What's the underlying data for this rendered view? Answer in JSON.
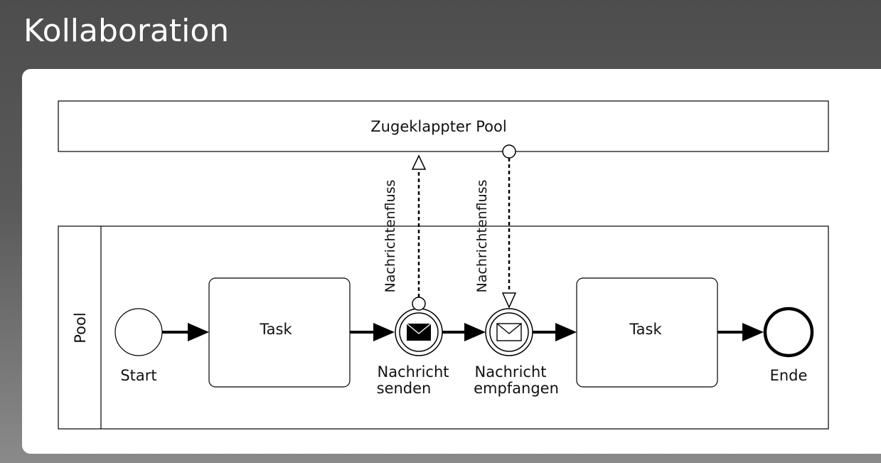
{
  "title": "Kollaboration",
  "diagram": {
    "collapsed_pool_label": "Zugeklappter Pool",
    "pool_label": "Pool",
    "start_label": "Start",
    "task1_label": "Task",
    "send_event_label_line1": "Nachricht",
    "send_event_label_line2": "senden",
    "receive_event_label_line1": "Nachricht",
    "receive_event_label_line2": "empfangen",
    "task2_label": "Task",
    "end_label": "Ende",
    "message_flow1_label": "Nachrichtenfluss",
    "message_flow2_label": "Nachrichtenfluss"
  }
}
